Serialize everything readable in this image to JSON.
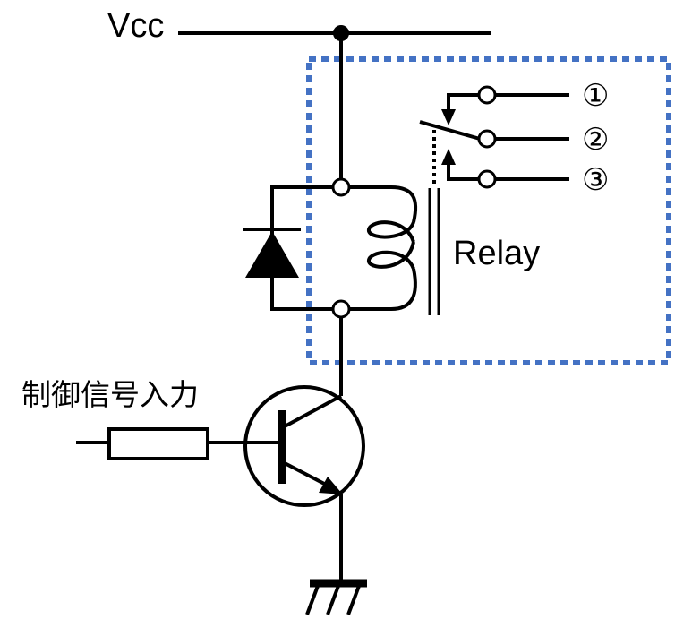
{
  "labels": {
    "supply": "Vcc",
    "relay": "Relay",
    "control_input": "制御信号入力",
    "terminal_1": "①",
    "terminal_2": "②",
    "terminal_3": "③"
  },
  "colors": {
    "wire": "#000000",
    "relay_boundary": "#4472c4",
    "background": "#ffffff"
  },
  "icons": [
    "diode-icon",
    "relay-coil-icon",
    "transistor-icon",
    "resistor-icon",
    "ground-icon",
    "switch-contact-icon"
  ]
}
